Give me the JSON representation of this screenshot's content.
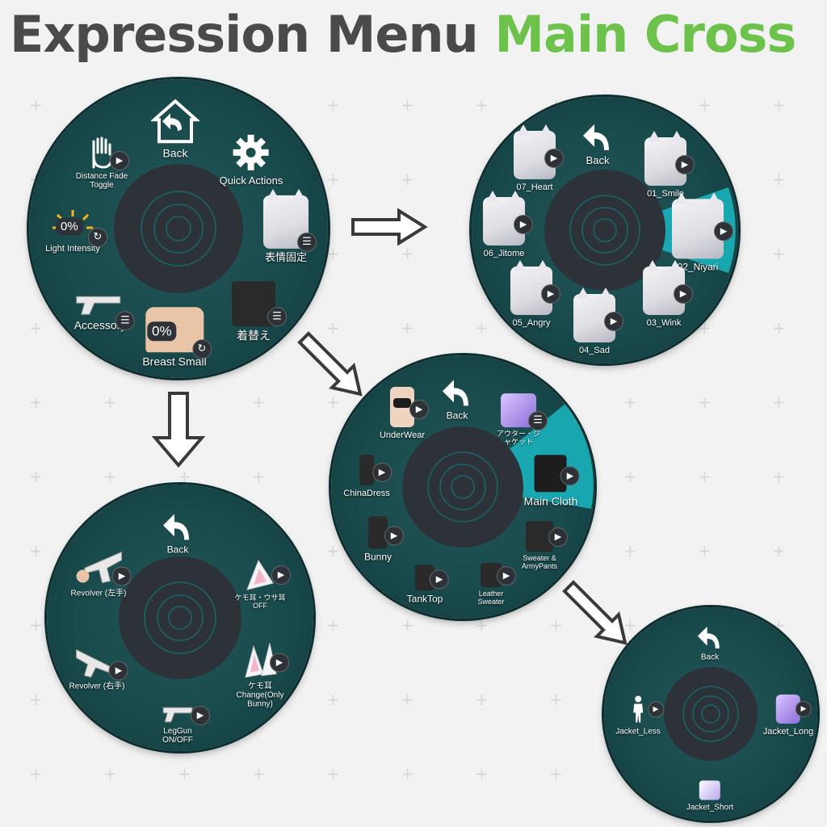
{
  "title": {
    "part1": "Expression Menu",
    "part2": "Main Cross"
  },
  "colors": {
    "accent": "#6cc24a",
    "title": "#4a4a4a",
    "highlight": "#19b7c2"
  },
  "menus": {
    "main": {
      "items": [
        {
          "label": "Back",
          "icon": "home-back-icon"
        },
        {
          "label": "Quick Actions",
          "icon": "gear-icon"
        },
        {
          "label": "表情固定",
          "icon": "avatar-face-icon"
        },
        {
          "label": "着替え",
          "icon": "outfit-icon"
        },
        {
          "label": "Breast Small",
          "icon": "torso-icon",
          "value": "0%"
        },
        {
          "label": "Accessory",
          "icon": "revolver-icon"
        },
        {
          "label": "Light Intensity",
          "icon": "sun-icon",
          "value": "0%"
        },
        {
          "label": "Distance Fade Toggle",
          "icon": "hand-icon"
        }
      ]
    },
    "expressions": {
      "items": [
        {
          "label": "Back"
        },
        {
          "label": "01_Smile"
        },
        {
          "label": "02_Niyari"
        },
        {
          "label": "03_Wink"
        },
        {
          "label": "04_Sad"
        },
        {
          "label": "05_Angry"
        },
        {
          "label": "06_Jitome"
        },
        {
          "label": "07_Heart"
        }
      ]
    },
    "outfits": {
      "items": [
        {
          "label": "Back"
        },
        {
          "label": "アウター・ジャケット"
        },
        {
          "label": "Main Cloth"
        },
        {
          "label": "Sweater & ArmyPants"
        },
        {
          "label": "Leather Sweater"
        },
        {
          "label": "TankTop"
        },
        {
          "label": "Bunny"
        },
        {
          "label": "ChinaDress"
        },
        {
          "label": "UnderWear"
        }
      ]
    },
    "accessory": {
      "items": [
        {
          "label": "Back"
        },
        {
          "label": "ケモ耳・ウサ耳 OFF"
        },
        {
          "label": "ケモ耳 Change(Only Bunny)"
        },
        {
          "label": "LegGun ON/OFF"
        },
        {
          "label": "Revolver (右手)"
        },
        {
          "label": "Revolver (左手)"
        }
      ]
    },
    "jacket": {
      "items": [
        {
          "label": "Back"
        },
        {
          "label": "Jacket_Long"
        },
        {
          "label": "Jacket_Short"
        },
        {
          "label": "Jacket_Less"
        }
      ]
    }
  }
}
